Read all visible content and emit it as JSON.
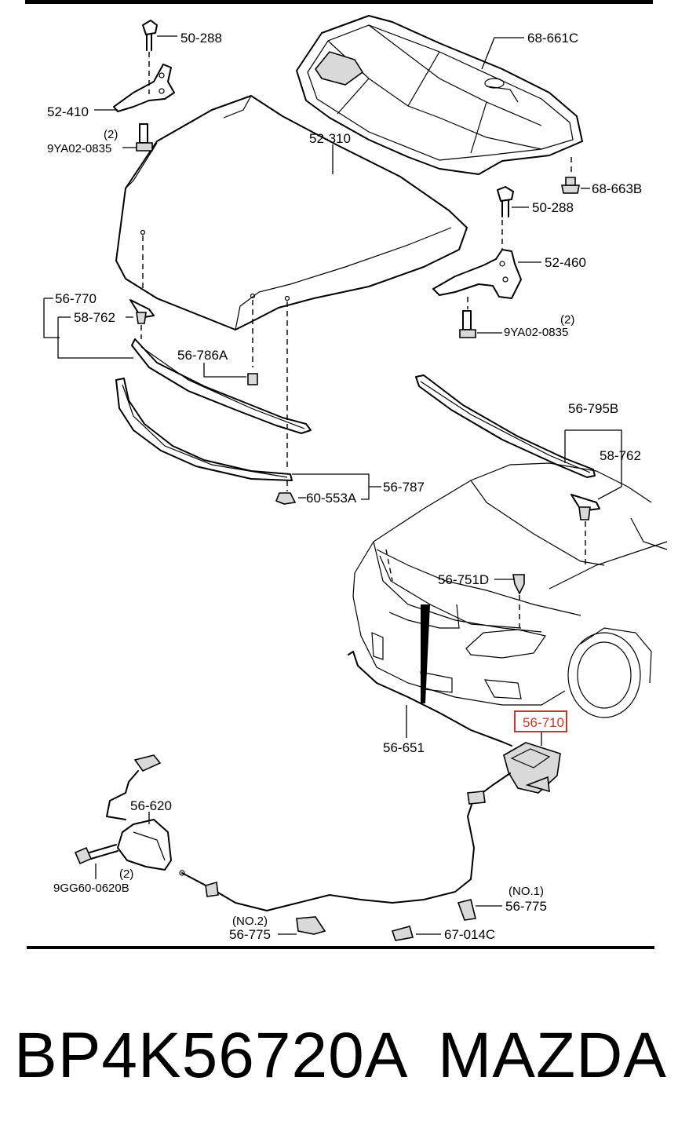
{
  "diagram": {
    "labels": {
      "p50_288_top": "50-288",
      "p52_410": "52-410",
      "p2_left_qty": "(2)",
      "p9ya02_left": "9YA02-0835",
      "p52_310": "52-310",
      "p68_661c": "68-661C",
      "p68_663b": "68-663B",
      "p50_288_right": "50-288",
      "p52_460": "52-460",
      "p2_right_qty": "(2)",
      "p9ya02_right": "9YA02-0835",
      "p56_770": "56-770",
      "p58_762_left": "58-762",
      "p56_786a": "56-786A",
      "p56_795b": "56-795B",
      "p58_762_right": "58-762",
      "p56_787": "56-787",
      "p60_553a": "60-553A",
      "p56_751d": "56-751D",
      "p56_710": "56-710",
      "p56_651": "56-651",
      "p56_620": "56-620",
      "p2_bolt_qty": "(2)",
      "p9gg60": "9GG60-0620B",
      "no1": "(NO.1)",
      "p56_775_right": "56-775",
      "no2": "(NO.2)",
      "p56_775_left": "56-775",
      "p67_014c": "67-014C"
    },
    "highlight_color": "#c0392b"
  },
  "caption": {
    "part_number": "BP4K56720A",
    "brand": "MAZDA"
  }
}
